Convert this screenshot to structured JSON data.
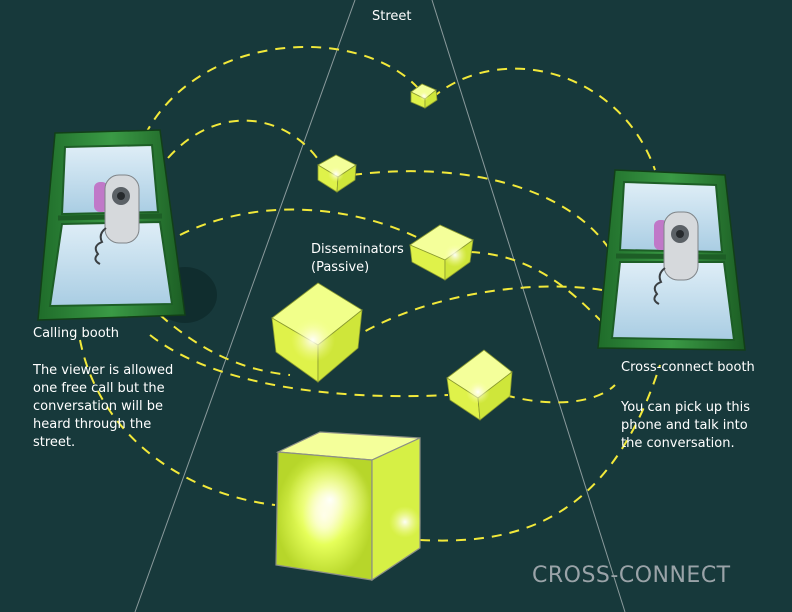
{
  "labels": {
    "street": "Street",
    "disseminators_line1": "Disseminators",
    "disseminators_line2": "(Passive)",
    "calling_booth": "Calling booth",
    "calling_desc": [
      "The viewer is allowed",
      "one free call but the",
      "conversation will be",
      "heard through the",
      "street."
    ],
    "cross_booth": "Cross-connect booth",
    "cross_desc": [
      "You can pick up this",
      "phone and talk into",
      "the conversation."
    ],
    "brand": "CROSS-CONNECT"
  },
  "colors": {
    "background": "#17393b",
    "booth_green": "#2f8a3a",
    "booth_dark": "#1d5e26",
    "glass": "#bcd9ea",
    "cube_glow": "#e8ff6a",
    "dashed_line": "#f2e93a",
    "street_lines": "#8a9a9c",
    "text": "#ffffff",
    "brand_text": "#9aa3a8"
  },
  "icons": [
    "phone-icon",
    "phone-icon"
  ]
}
